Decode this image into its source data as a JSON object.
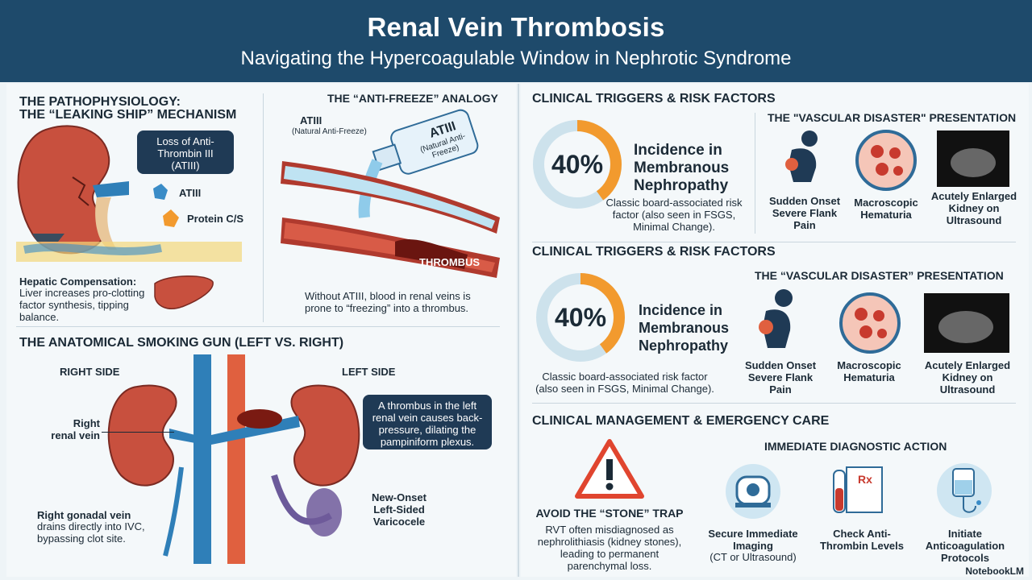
{
  "header": {
    "title": "Renal Vein Thrombosis",
    "subtitle": "Navigating the Hypercoagulable Window in Nephrotic Syndrome"
  },
  "patho": {
    "title_line1": "THE PATHOPHYSIOLOGY:",
    "title_line2": "THE “LEAKING SHIP” MECHANISM",
    "bubble": "Loss of Anti-Thrombin III (ATIII)",
    "label_atiii": "ATIII",
    "label_protein": "Protein C/S",
    "hepatic_title": "Hepatic Compensation:",
    "hepatic_text": "Liver increases pro-clotting factor synthesis, tipping balance."
  },
  "antifreeze": {
    "title": "THE “ANTI-FREEZE” ANALOGY",
    "label_atiii": "ATIII",
    "label_natural": "(Natural Anti-Freeze)",
    "bottle_label": "ATIII",
    "bottle_sub": "(Natural Anti-Freeze)",
    "thrombus": "THROMBUS",
    "caption": "Without ATIII, blood in renal veins is prone to “freezing” into a thrombus."
  },
  "anatomy": {
    "title": "THE ANATOMICAL SMOKING GUN (LEFT VS. RIGHT)",
    "right_side": "RIGHT SIDE",
    "left_side": "LEFT SIDE",
    "right_vein": "Right renal vein",
    "gonadal": "Right gonadal vein",
    "gonadal_text": "drains directly into IVC, bypassing clot site.",
    "bubble": "A thrombus in the left renal vein causes back-pressure, dilating the pampiniform plexus.",
    "varicocele": "New-Onset Left-Sided Varicocele"
  },
  "triggers": [
    {
      "title": "CLINICAL TRIGGERS & RISK FACTORS",
      "percent": "40%",
      "percent_value": 40,
      "incidence": "Incidence in Membranous Nephropathy",
      "caption": "Classic board-associated risk factor (also seen in FSGS, Minimal Change).",
      "presentation_title": "THE \"VASCULAR DISASTER\" PRESENTATION",
      "items": [
        "Sudden Onset Severe Flank Pain",
        "Macroscopic Hematuria",
        "Acutely Enlarged Kidney on Ultrasound"
      ]
    },
    {
      "title": "CLINICAL TRIGGERS & RISK FACTORS",
      "percent": "40%",
      "percent_value": 40,
      "incidence": "Incidence in Membranous Nephropathy",
      "caption": "Classic board-associated risk factor (also seen in FSGS, Minimal Change).",
      "presentation_title": "THE “VASCULAR DISASTER” PRESENTATION",
      "items": [
        "Sudden Onset Severe Flank Pain",
        "Macroscopic Hematuria",
        "Acutely Enlarged Kidney on Ultrasound"
      ]
    }
  ],
  "management": {
    "title": "CLINICAL MANAGEMENT & EMERGENCY CARE",
    "trap_title": "AVOID THE “STONE” TRAP",
    "trap_text": "RVT often misdiagnosed as nephrolithiasis (kidney stones), leading to permanent parenchymal loss.",
    "action_title": "IMMEDIATE DIAGNOSTIC ACTION",
    "actions": [
      {
        "label": "Secure Immediate Imaging",
        "sub": "(CT or Ultrasound)"
      },
      {
        "label": "Check Anti-Thrombin Levels",
        "sub": ""
      },
      {
        "label": "Initiate Anticoagulation Protocols",
        "sub": ""
      }
    ]
  },
  "footer": {
    "brand": "NotebookLM"
  },
  "colors": {
    "header": "#1e4a6b",
    "accent_orange": "#f29a2e",
    "vein_blue": "#2f7fb8",
    "artery_red": "#d9472f",
    "kidney": "#c8503e"
  }
}
